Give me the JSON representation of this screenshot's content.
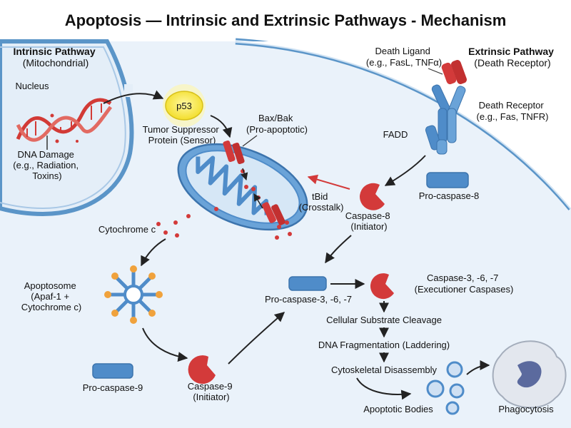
{
  "title": "Apoptosis — Intrinsic and Extrinsic Pathways - Mechanism",
  "intrinsic": {
    "heading": [
      "Intrinsic Pathway",
      "(Mitochondrial)"
    ],
    "nucleus": "Nucleus",
    "dna_damage": [
      "DNA Damage",
      "(e.g., Radiation,",
      "Toxins)"
    ],
    "p53": "p53",
    "p53_desc": [
      "Tumor Suppressor",
      "Protein (Sensor)"
    ],
    "bax_bak": [
      "Bax/Bak",
      "(Pro-apoptotic)"
    ],
    "cytochrome_c": "Cytochrome c",
    "apoptosome": [
      "Apoptosome",
      "(Apaf-1 +",
      "Cytochrome c)"
    ],
    "procaspase9": "Pro-caspase-9",
    "caspase9": [
      "Caspase-9",
      "(Initiator)"
    ]
  },
  "extrinsic": {
    "heading": [
      "Extrinsic Pathway",
      "(Death Receptor)"
    ],
    "death_ligand": [
      "Death Ligand",
      "(e.g., FasL, TNFα)"
    ],
    "death_receptor": [
      "Death Receptor",
      "(e.g., Fas, TNFR)"
    ],
    "fadd": "FADD",
    "procaspase8": "Pro-caspase-8",
    "tbid": [
      "tBid",
      "(Crosstalk)"
    ],
    "caspase8": [
      "Caspase-8",
      "(Initiator)"
    ]
  },
  "execution": {
    "procaspase367": "Pro-caspase-3, -6, -7",
    "caspase367": [
      "Caspase-3, -6, -7",
      "(Executioner Caspases)"
    ],
    "steps": [
      "Cellular Substrate Cleavage",
      "DNA Fragmentation (Laddering)",
      "Cytoskeletal Disassembly"
    ],
    "apoptotic_bodies": "Apoptotic Bodies",
    "phagocytosis": "Phagocytosis"
  },
  "colors": {
    "membrane": "#5b95c8",
    "membrane_light": "#cfe2f3",
    "cytoplasm": "#eaf2fa",
    "nucleus_fill": "#e4eef8",
    "dna_red": "#d23a36",
    "protein_red": "#d33a3a",
    "protein_blue": "#4f8cc9",
    "p53_yellow": "#f6e33a",
    "arrow": "#222222",
    "crosstalk_arrow": "#d33a3a",
    "apoptosome_orange": "#f0a23c"
  }
}
